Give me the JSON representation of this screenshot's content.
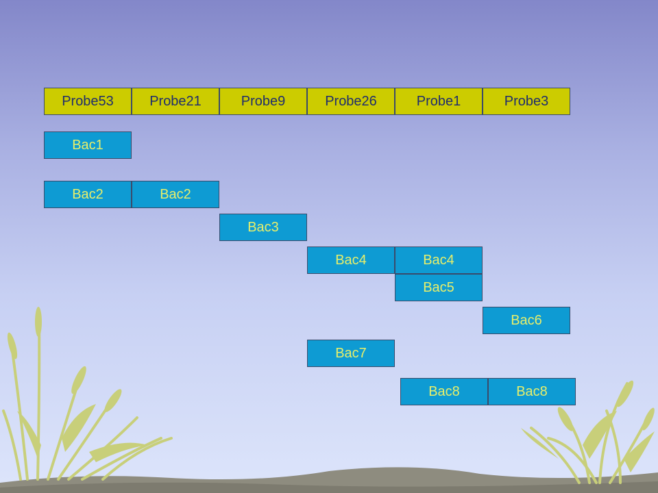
{
  "probes": [
    "Probe53",
    "Probe21",
    "Probe9",
    "Probe26",
    "Probe1",
    "Probe3"
  ],
  "bacs": {
    "bac1": "Bac1",
    "bac2": "Bac2",
    "bac3": "Bac3",
    "bac4": "Bac4",
    "bac5": "Bac5",
    "bac6": "Bac6",
    "bac7": "Bac7",
    "bac8": "Bac8"
  },
  "colors": {
    "probe_fill": "#cccc00",
    "probe_text": "#1f2d6e",
    "bac_fill": "#0e9bd3",
    "bac_text": "#e8ef6a",
    "grass": "#c8cf7a"
  }
}
